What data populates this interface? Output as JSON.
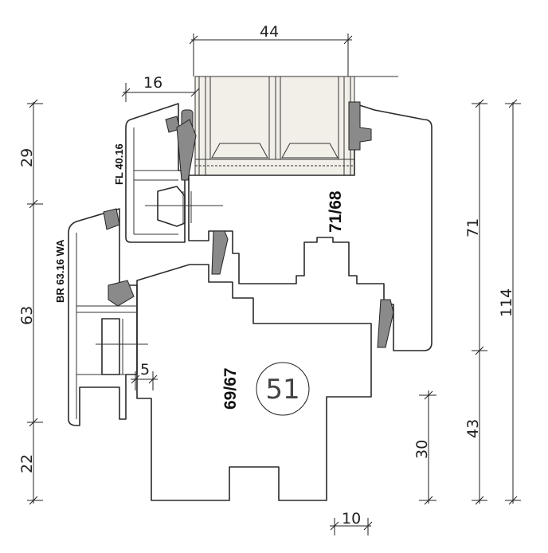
{
  "dimensions": {
    "top_width": "44",
    "glass_offset": "16",
    "left_29": "29",
    "left_63": "63",
    "left_22": "22",
    "right_71": "71",
    "right_43": "43",
    "right_114": "114",
    "right_30": "30",
    "bottom_10": "10",
    "small_5": "5"
  },
  "labels": {
    "fl_profile": "FL 40.16",
    "br_profile": "BR 63.16 WA",
    "sash_size": "71/68",
    "frame_size": "69/67",
    "badge": "51"
  }
}
